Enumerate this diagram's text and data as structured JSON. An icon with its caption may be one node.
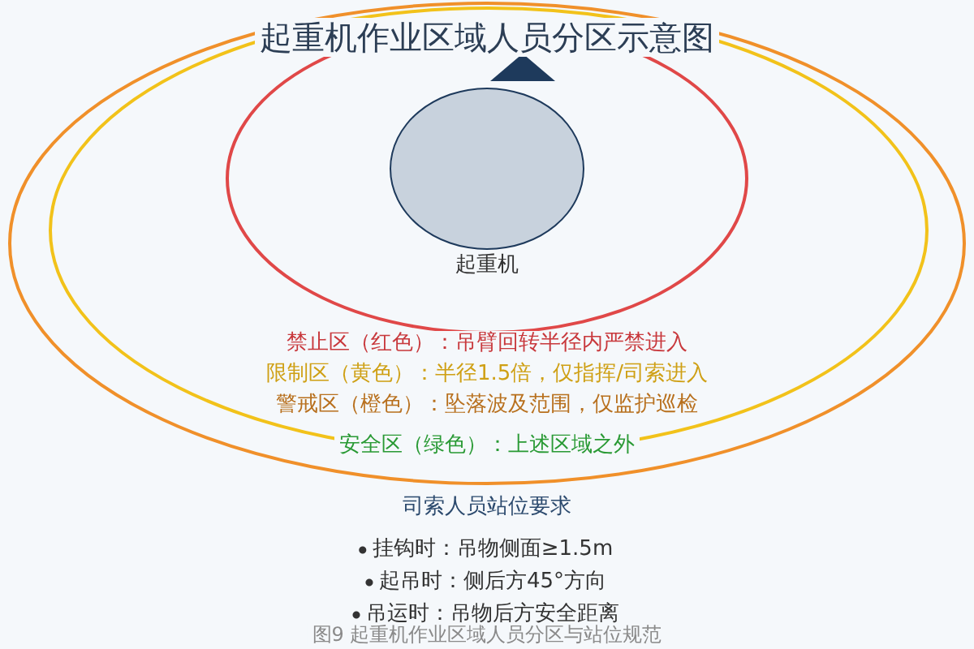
{
  "diagram": {
    "title": "起重机作业区域人员分区示意图",
    "caption": "图9 起重机作业区域人员分区与站位规范",
    "nodes": [
      {
        "text": [],
        "shape": "circle",
        "beside": [
          "起重机"
        ]
      }
    ],
    "labels": [
      "禁止区（红色）：吊臂回转半径内严禁进入",
      "限制区（黄色）：半径1.5倍，仅指挥/司索进入",
      "警戒区（橙色）：坠落波及范围，仅监护巡检",
      "安全区（绿色）：上述区域之外",
      "司索人员站位要求",
      "挂钩时：吊物侧面≥1.5m",
      "起吊时：侧后方45°方向",
      "吊运时：吊物后方安全距离"
    ]
  }
}
